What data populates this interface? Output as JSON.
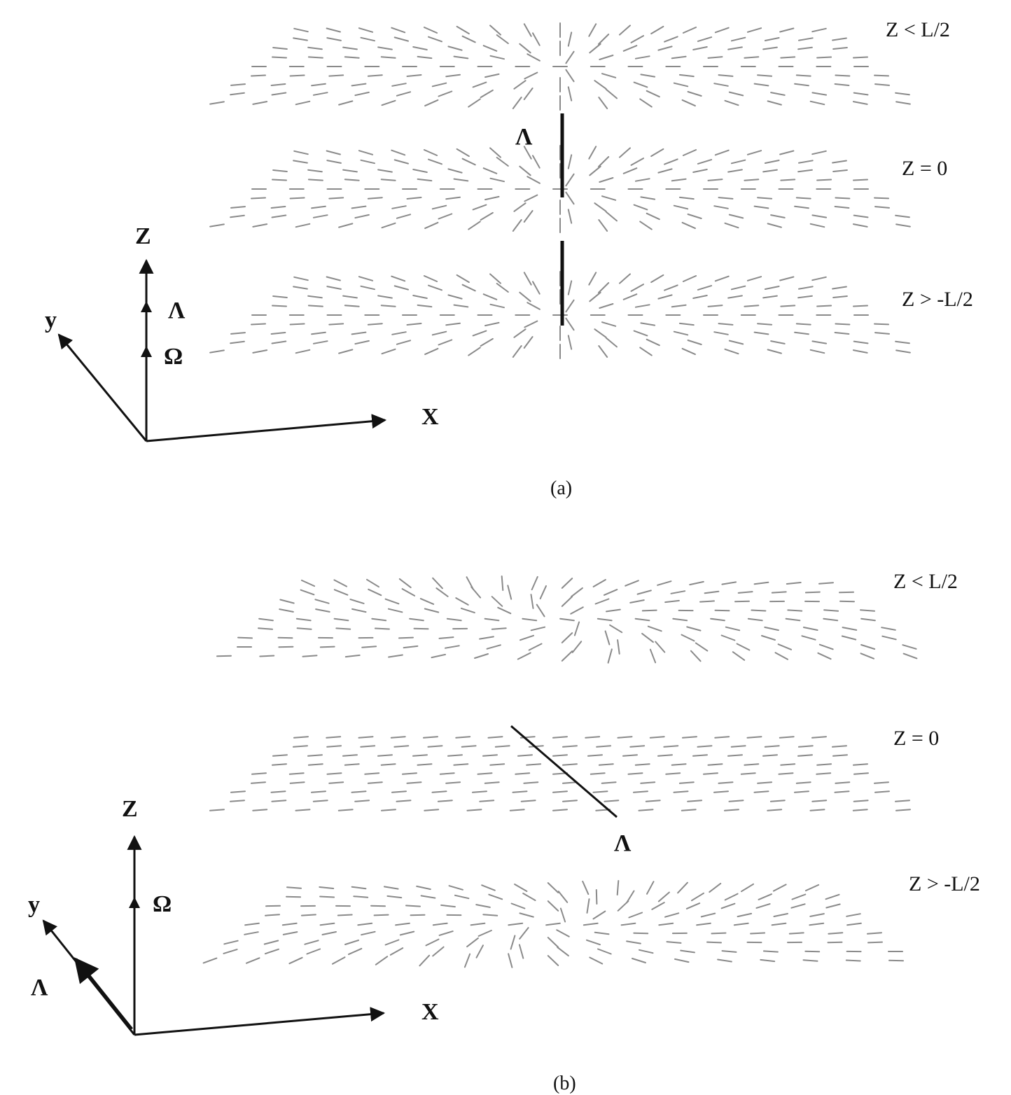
{
  "colors": {
    "ink": "#111111",
    "director": "#8a8a8a",
    "background": "#ffffff"
  },
  "panel_a": {
    "caption": "(a)",
    "planes": {
      "top": "Z < L/2",
      "mid": "Z = 0",
      "bottom": "Z > -L/2"
    },
    "axes": {
      "z": "Z",
      "y": "y",
      "x": "X"
    },
    "symbols": {
      "lambda_axis": "Λ",
      "omega_axis": "Ω",
      "lambda_line": "Λ"
    }
  },
  "panel_b": {
    "caption": "(b)",
    "planes": {
      "top": "Z < L/2",
      "mid": "Z = 0",
      "bottom": "Z > -L/2"
    },
    "axes": {
      "z": "Z",
      "y": "y",
      "x": "X"
    },
    "symbols": {
      "omega_axis": "Ω",
      "lambda_axis": "Λ",
      "lambda_line": "Λ"
    }
  }
}
